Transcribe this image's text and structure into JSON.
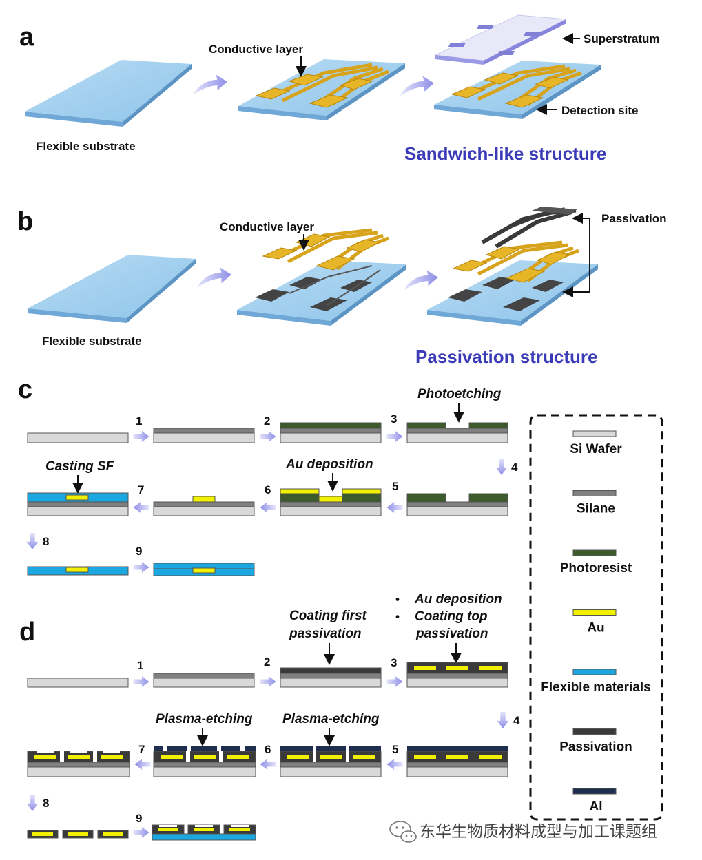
{
  "panels": {
    "a": {
      "label": "a",
      "flexible_substrate": "Flexible substrate",
      "conductive_layer": "Conductive layer",
      "superstratum": "Superstratum",
      "detection_site": "Detection site",
      "title": "Sandwich-like structure"
    },
    "b": {
      "label": "b",
      "flexible_substrate": "Flexible substrate",
      "conductive_layer": "Conductive layer",
      "passivation": "Passivation",
      "title": "Passivation structure"
    },
    "c": {
      "label": "c",
      "photoetching": "Photoetching",
      "casting_sf": "Casting SF",
      "au_deposition": "Au deposition",
      "steps": [
        "1",
        "2",
        "3",
        "4",
        "5",
        "6",
        "7",
        "8",
        "9"
      ]
    },
    "d": {
      "label": "d",
      "coating_first_1": "Coating first",
      "coating_first_2": "passivation",
      "bullet_au": "Au deposition",
      "bullet_top_1": "Coating top",
      "bullet_top_2": "passivation",
      "bullet": "•",
      "plasma_1": "Plasma-etching",
      "plasma_2": "Plasma-etching",
      "steps": [
        "1",
        "2",
        "3",
        "4",
        "5",
        "6",
        "7",
        "8",
        "9"
      ]
    }
  },
  "legend": {
    "items": [
      {
        "label": "Si Wafer",
        "color": "#d9d9d9"
      },
      {
        "label": "Silane",
        "color": "#808080"
      },
      {
        "label": "Photoresist",
        "color": "#3d5a2c"
      },
      {
        "label": "Au",
        "color": "#f0f000"
      },
      {
        "label": "Flexible materials",
        "color": "#1ba7e0"
      },
      {
        "label": "Passivation",
        "color": "#3a3a3a"
      },
      {
        "label": "Al",
        "color": "#1f2d4f"
      }
    ]
  },
  "watermark": "东华生物质材料成型与加工课题组",
  "colors": {
    "substrate": "#a9d4f0",
    "gold": "#e6b628",
    "accent_title": "#3b3bb8",
    "arrow": "#a9a9f0"
  }
}
